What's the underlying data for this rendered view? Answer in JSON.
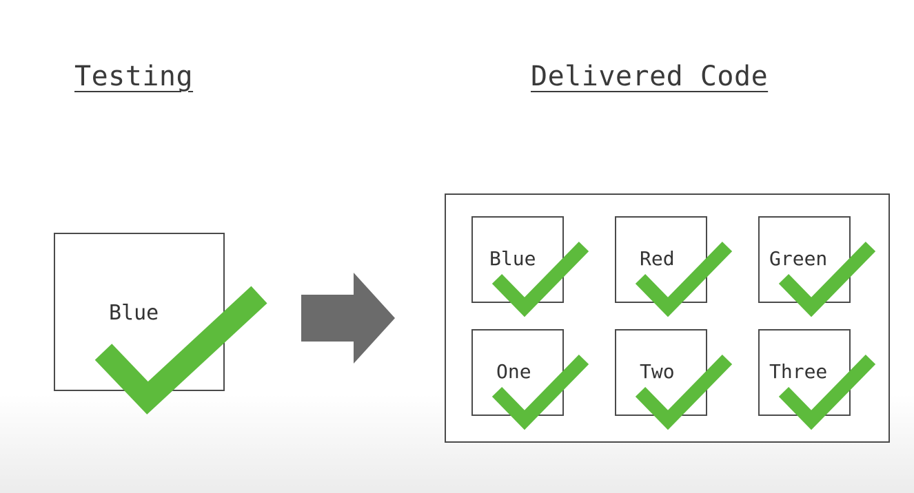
{
  "headings": {
    "left": "Testing",
    "right": "Delivered Code"
  },
  "testing": {
    "label": "Blue",
    "check_icon": "checkmark-icon"
  },
  "arrow_icon": "right-arrow-icon",
  "delivered": {
    "items": [
      {
        "label": "Blue"
      },
      {
        "label": "Red"
      },
      {
        "label": "Green"
      },
      {
        "label": "One"
      },
      {
        "label": "Two"
      },
      {
        "label": "Three"
      }
    ]
  },
  "colors": {
    "check": "#5dbb3c",
    "arrow": "#6b6b6b",
    "border": "#4a4a4a",
    "text": "#333333"
  }
}
